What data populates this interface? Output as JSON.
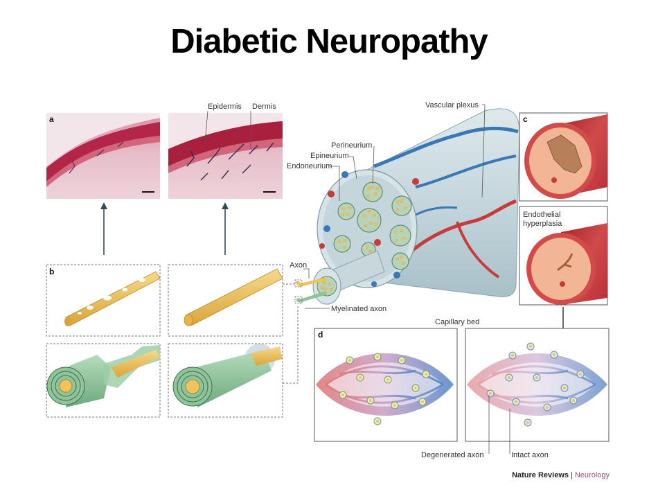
{
  "title": "Diabetic Neuropathy",
  "panels": {
    "a": "a",
    "b": "b",
    "c": "c",
    "d": "d"
  },
  "labels": {
    "epidermis": "Epidermis",
    "dermis": "Dermis",
    "vascular_plexus": "Vascular plexus",
    "perineurium": "Perineurium",
    "epineurium": "Epineurium",
    "endoneurium": "Endoneurium",
    "axon": "Axon",
    "myelinated_axon": "Myelinated axon",
    "endothelial_hyperplasia_line1": "Endothelial",
    "endothelial_hyperplasia_line2": "hyperplasia",
    "capillary_bed": "Capillary bed",
    "degenerated_axon": "Degenerated axon",
    "intact_axon": "Intact axon"
  },
  "footer": {
    "journal": "Nature Reviews",
    "separator": "|",
    "section": "Neurology"
  },
  "colors": {
    "epidermis_stain": "#b3264a",
    "dermis_stain": "#e8b8c4",
    "nerve_sheath": "#c7d8de",
    "fascicle": "#b9d3ba",
    "axon_yellow": "#f0c45a",
    "myelin_green": "#8fc49a",
    "vessel_red": "#c93a3a",
    "vessel_blue": "#3a78b5",
    "vessel_lumen": "#f3b79a"
  }
}
